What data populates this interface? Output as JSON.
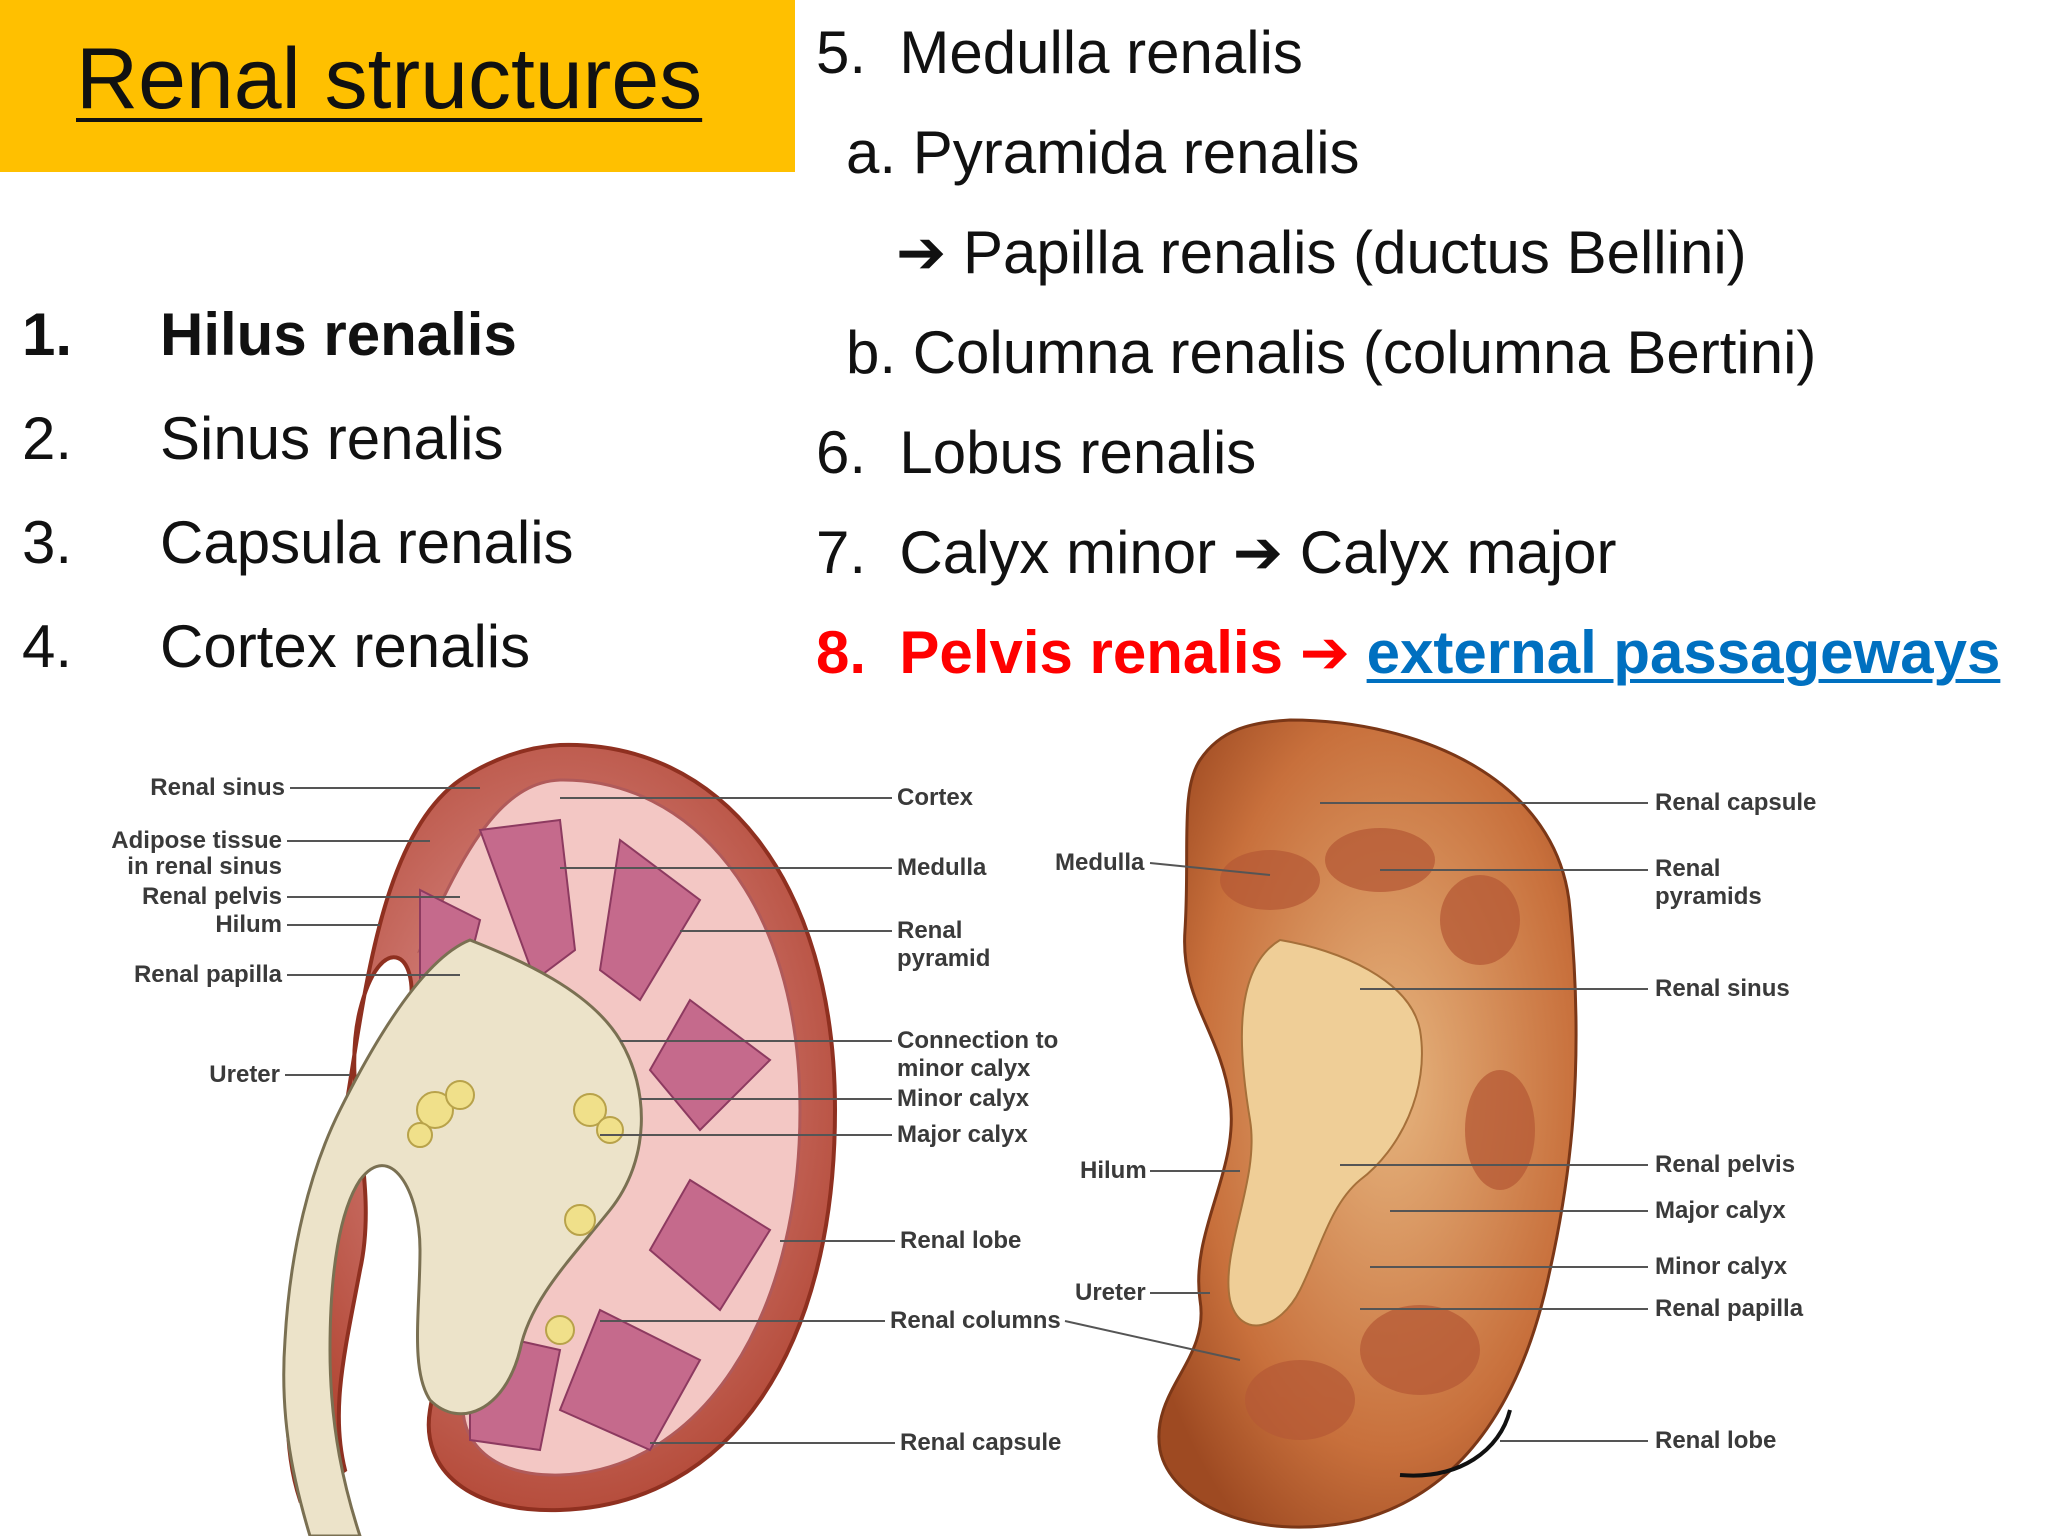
{
  "title": "Renal structures",
  "left_list": [
    {
      "num": "1.",
      "text": "Hilus renalis",
      "bold": true
    },
    {
      "num": "2.",
      "text": "Sinus renalis"
    },
    {
      "num": "3.",
      "text": "Capsula renalis"
    },
    {
      "num": "4.",
      "text": "Cortex renalis"
    }
  ],
  "right_list": {
    "i5": {
      "num": "5.",
      "text": "Medulla renalis"
    },
    "i5a": {
      "num": "a.",
      "text": "Pyramida renalis"
    },
    "i5a_sub": {
      "arrow": "➔",
      "text": "Papilla renalis (ductus Bellini)"
    },
    "i5b": {
      "num": "b.",
      "text": "Columna renalis (columna Bertini)"
    },
    "i6": {
      "num": "6.",
      "text": "Lobus renalis"
    },
    "i7": {
      "num": "7.",
      "text_a": "Calyx minor",
      "arrow": "➔",
      "text_b": "Calyx major"
    },
    "i8": {
      "num": "8.",
      "text_a": "Pelvis renalis",
      "arrow": "➔",
      "link": "external passageways"
    }
  },
  "colors": {
    "title_bg": "#ffc000",
    "highlight": "#ff0000",
    "link": "#0070c0"
  },
  "diagram_left": {
    "labels_left": [
      "Renal sinus",
      "Adipose tissue",
      "in renal sinus",
      "Renal pelvis",
      "Hilum",
      "Renal papilla",
      "Ureter"
    ],
    "labels_right": [
      "Cortex",
      "Medulla",
      "Renal",
      "pyramid",
      "Connection to",
      "minor calyx",
      "Minor calyx",
      "Major calyx",
      "Renal lobe",
      "Renal columns",
      "Renal capsule"
    ]
  },
  "diagram_right": {
    "labels_left": [
      "Medulla",
      "Hilum",
      "Ureter"
    ],
    "labels_right": [
      "Renal capsule",
      "Renal",
      "pyramids",
      "Renal sinus",
      "Renal pelvis",
      "Major calyx",
      "Minor calyx",
      "Renal papilla",
      "Renal lobe"
    ]
  }
}
